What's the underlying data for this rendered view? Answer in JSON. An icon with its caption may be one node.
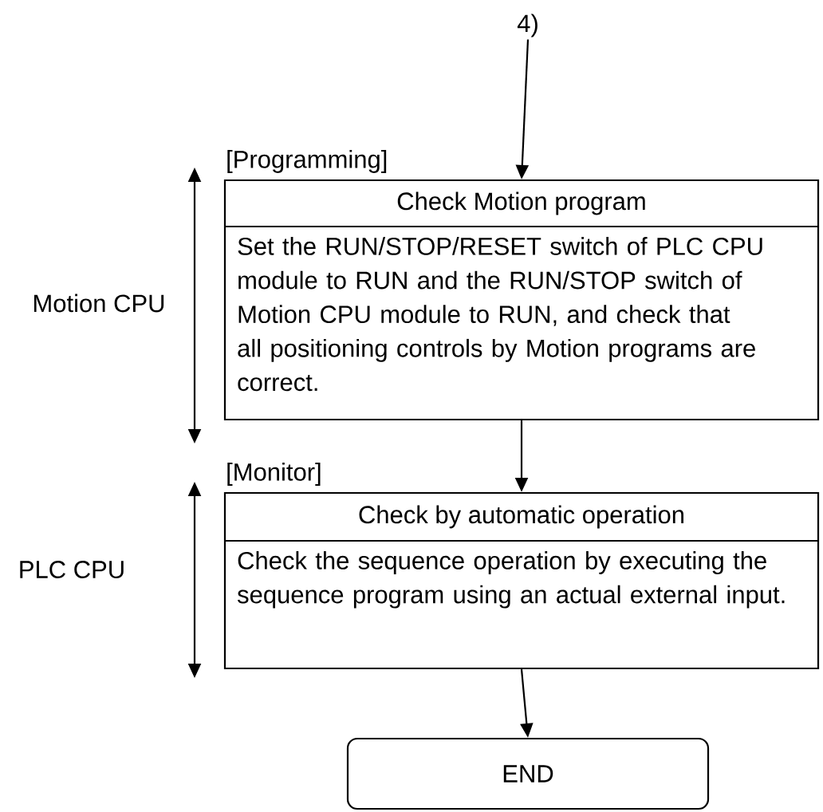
{
  "diagram": {
    "nodes": [
      {
        "text": [
          "4)"
        ]
      },
      {
        "text": [
          "[Programming]",
          "Check Motion program",
          "Set the RUN/STOP/RESET switch of PLC CPU module to RUN and the RUN/STOP switch of Motion CPU module to RUN, and check that all positioning controls by Motion programs are correct."
        ]
      },
      {
        "text": [
          "[Monitor]",
          "Check by automatic operation",
          "Check the sequence operation by executing the sequence program using an actual external input."
        ]
      },
      {
        "text": [
          "END"
        ]
      }
    ],
    "edges": [
      {
        "from": 0,
        "to": 1,
        "arrow": "to"
      },
      {
        "from": 1,
        "to": 2,
        "arrow": "to"
      },
      {
        "from": 2,
        "to": 3,
        "arrow": "to"
      }
    ],
    "labels": [
      "Motion CPU",
      "PLC CPU"
    ]
  }
}
